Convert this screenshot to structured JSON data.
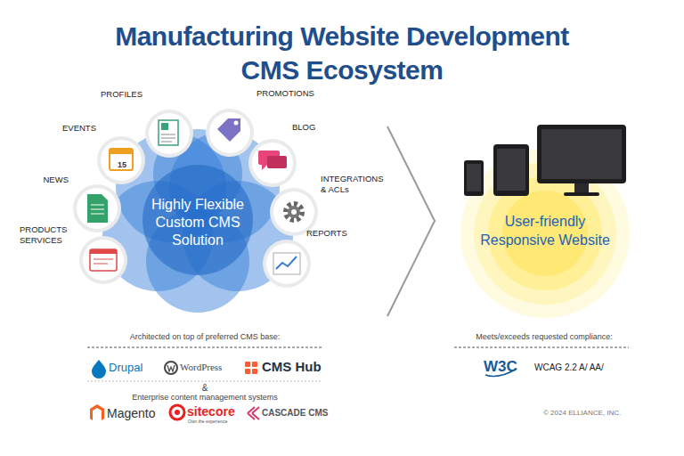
{
  "diagram": {
    "title": "Manufacturing Website Development CMS Ecosystem",
    "nodes": [
      {
        "text": [
          "Highly Flexible Custom CMS Solution"
        ]
      },
      {
        "text": [
          "PROFILES"
        ]
      },
      {
        "text": [
          "PROMOTIONS"
        ]
      },
      {
        "text": [
          "BLOG"
        ]
      },
      {
        "text": [
          "INTEGRATIONS & ACLs"
        ]
      },
      {
        "text": [
          "REPORTS"
        ]
      },
      {
        "text": [
          "PRODUCTS SERVICES"
        ]
      },
      {
        "text": [
          "NEWS"
        ]
      },
      {
        "text": [
          "EVENTS"
        ]
      },
      {
        "text": [
          "User-friendly Responsive Website"
        ]
      }
    ],
    "labels": [
      "15",
      "Architected on top of preferred CMS base:",
      "Drupal",
      "WordPress",
      "CMS Hub",
      "&",
      "Enterprise content management systems",
      "Magento",
      "sitecore",
      "Own the experience",
      "CASCADE CMS",
      "Meets/exceeds requested compliance:",
      "W3C",
      "WCAG 2.2 A/ AA/",
      "© 2024 ELLIANCE, INC."
    ]
  }
}
